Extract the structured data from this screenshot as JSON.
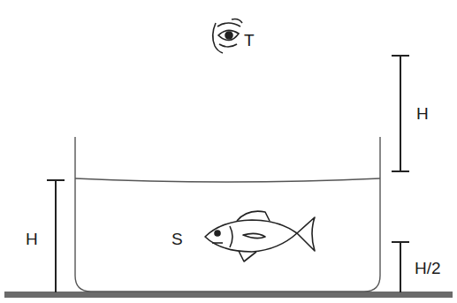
{
  "diagram": {
    "labels": [
      "T",
      "H",
      "H",
      "S",
      "H/2"
    ]
  }
}
